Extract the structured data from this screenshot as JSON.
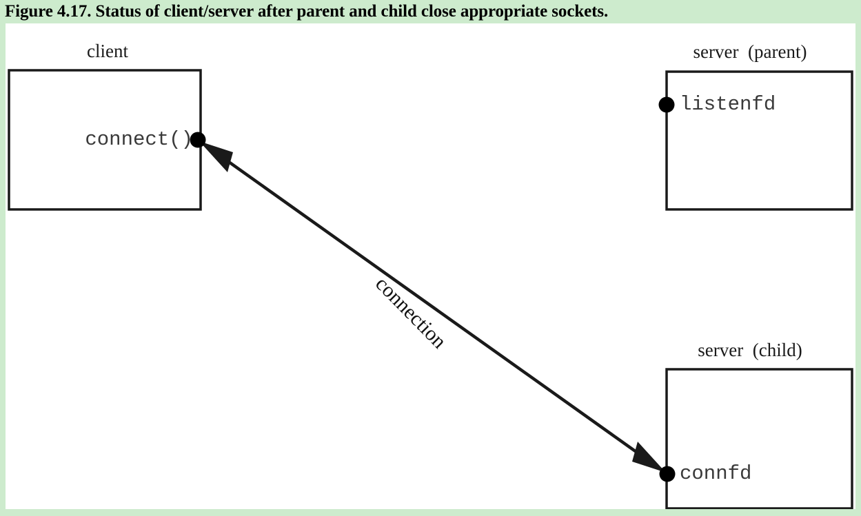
{
  "figure": {
    "caption": "Figure 4.17. Status of client/server after parent and child close appropriate sockets.",
    "caption_bg_color": "#CDEBCD",
    "canvas_bg_color": "#FFFFFF",
    "stroke_color": "#1A1A1A"
  },
  "diagram": {
    "type": "network-socket-diagram",
    "boxes": [
      {
        "id": "client",
        "caption": "client",
        "fd_label": "connect()",
        "fd_label_align": "right",
        "endpoint_side": "right"
      },
      {
        "id": "server-parent",
        "caption": "server  (parent)",
        "fd_label": "listenfd",
        "fd_label_align": "left",
        "endpoint_side": "left"
      },
      {
        "id": "server-child",
        "caption": "server  (child)",
        "fd_label": "connfd",
        "fd_label_align": "left",
        "endpoint_side": "left"
      }
    ],
    "connection": {
      "label": "connection",
      "from": "client.connect()",
      "to": "server-child.connfd",
      "arrow_style": "double-headed",
      "label_rotation_deg": 45.5
    }
  }
}
